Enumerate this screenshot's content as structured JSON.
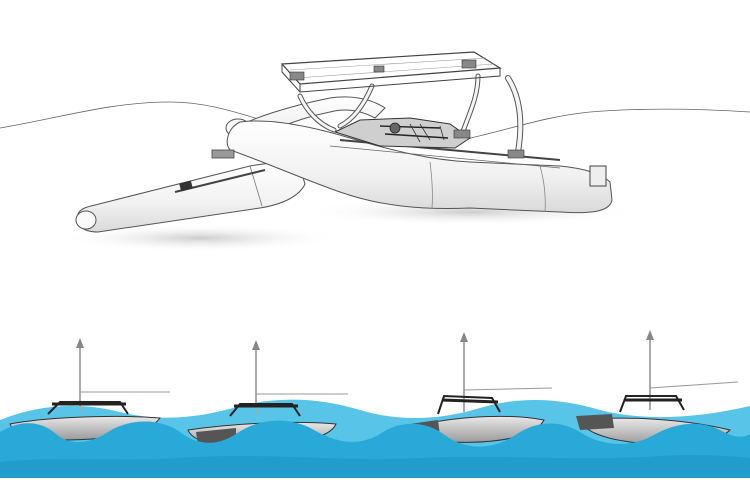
{
  "scene": {
    "background": "#ffffff",
    "line_color": "#555555",
    "hull_fill": "#f4f4f4",
    "hull_shade": "#d8d8d8",
    "water_color": "#29a9d8",
    "water_light": "#57c4e8",
    "water_dark": "#1c8fbd"
  },
  "main_illustration": {
    "subject": "outrigger-boat-line-drawing"
  },
  "wave_sequence": {
    "frames": 4,
    "subject": "boat-on-waves"
  }
}
